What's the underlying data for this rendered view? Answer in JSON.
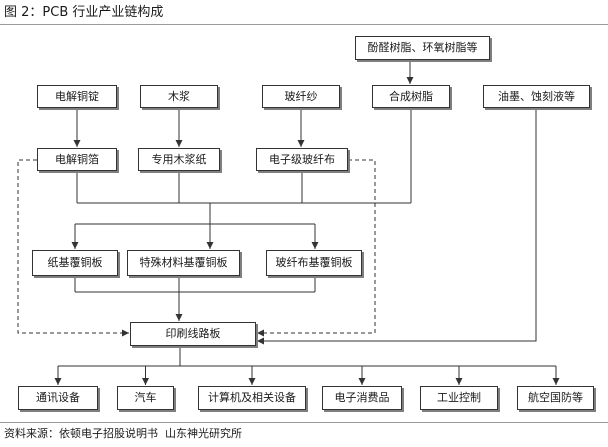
{
  "title": "图 2：PCB 行业产业链构成",
  "source": "资料来源：依顿电子招股说明书  山东神光研究所",
  "nodes": {
    "phenolic_epoxy_resin": "酚醛树脂、环氧树脂等",
    "copper_ingot": "电解铜锭",
    "wood_pulp": "木浆",
    "glass_yarn": "玻纤纱",
    "synthetic_resin": "合成树脂",
    "ink_etchant": "油墨、蚀刻液等",
    "copper_foil": "电解铜箔",
    "pulp_paper": "专用木浆纸",
    "glass_cloth": "电子级玻纤布",
    "paper_ccl": "纸基覆铜板",
    "special_ccl": "特殊材料基覆铜板",
    "glass_ccl": "玻纤布基覆铜板",
    "pcb": "印刷线路板",
    "telecom": "通讯设备",
    "automobile": "汽车",
    "computer": "计算机及相关设备",
    "consumer_electronics": "电子消费品",
    "industrial_control": "工业控制",
    "aerospace_defense": "航空国防等"
  }
}
